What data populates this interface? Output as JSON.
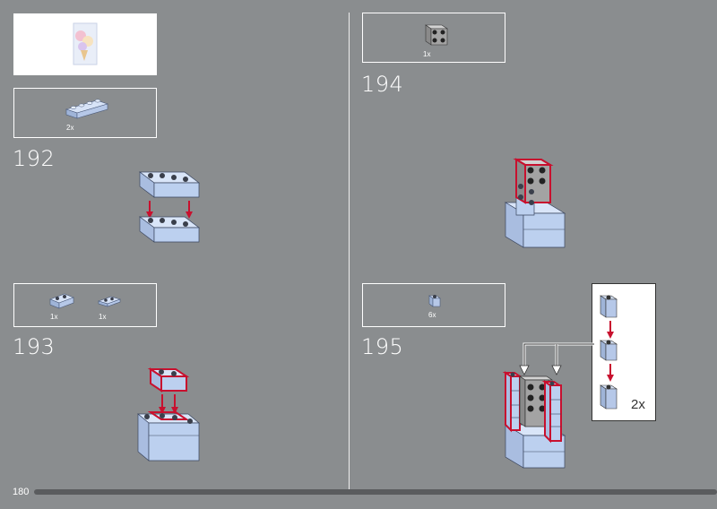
{
  "page": {
    "number": "180"
  },
  "steps": [
    {
      "number": "192",
      "parts": [
        {
          "qty": "2x"
        }
      ]
    },
    {
      "number": "193",
      "parts": [
        {
          "qty": "1x"
        },
        {
          "qty": "1x"
        }
      ]
    },
    {
      "number": "194",
      "parts": [
        {
          "qty": "1x"
        }
      ]
    },
    {
      "number": "195",
      "parts": [
        {
          "qty": "6x"
        }
      ]
    }
  ],
  "sub_assembly": {
    "multiplier": "2x"
  },
  "colors": {
    "background": "#8a8d8f",
    "brick_light_blue": "#bcd0ef",
    "brick_gray": "#a3a3a3",
    "highlight_red": "#c8102e",
    "arrow_red": "#c8102e"
  },
  "progress": {
    "fraction": 0.98
  }
}
